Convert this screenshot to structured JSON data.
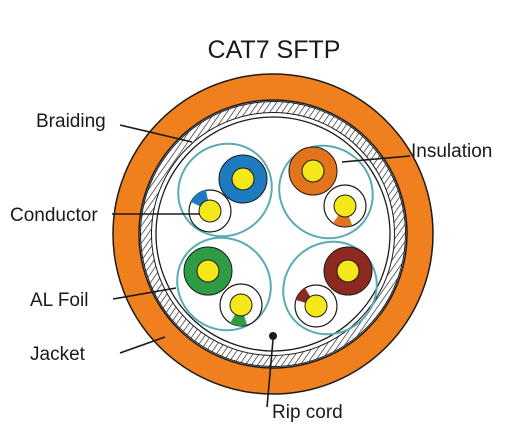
{
  "diagram": {
    "title": "CAT7 SFTP",
    "labels": {
      "braiding": "Braiding",
      "insulation": "Insulation",
      "conductor": "Conductor",
      "al_foil": "AL Foil",
      "jacket": "Jacket",
      "rip_cord": "Rip cord"
    },
    "colors": {
      "jacket": "#F07F1D",
      "pair_outline": "#5AAAB4",
      "conductor": "#F4E81A",
      "blue": "#1E7BC0",
      "orange": "#E2741E",
      "green": "#2E9B45",
      "brown": "#8C2A22",
      "outline": "#1a1a1a"
    },
    "pairs": [
      {
        "name": "blue-pair",
        "color": "blue"
      },
      {
        "name": "orange-pair",
        "color": "orange"
      },
      {
        "name": "green-pair",
        "color": "green"
      },
      {
        "name": "brown-pair",
        "color": "brown"
      }
    ]
  }
}
